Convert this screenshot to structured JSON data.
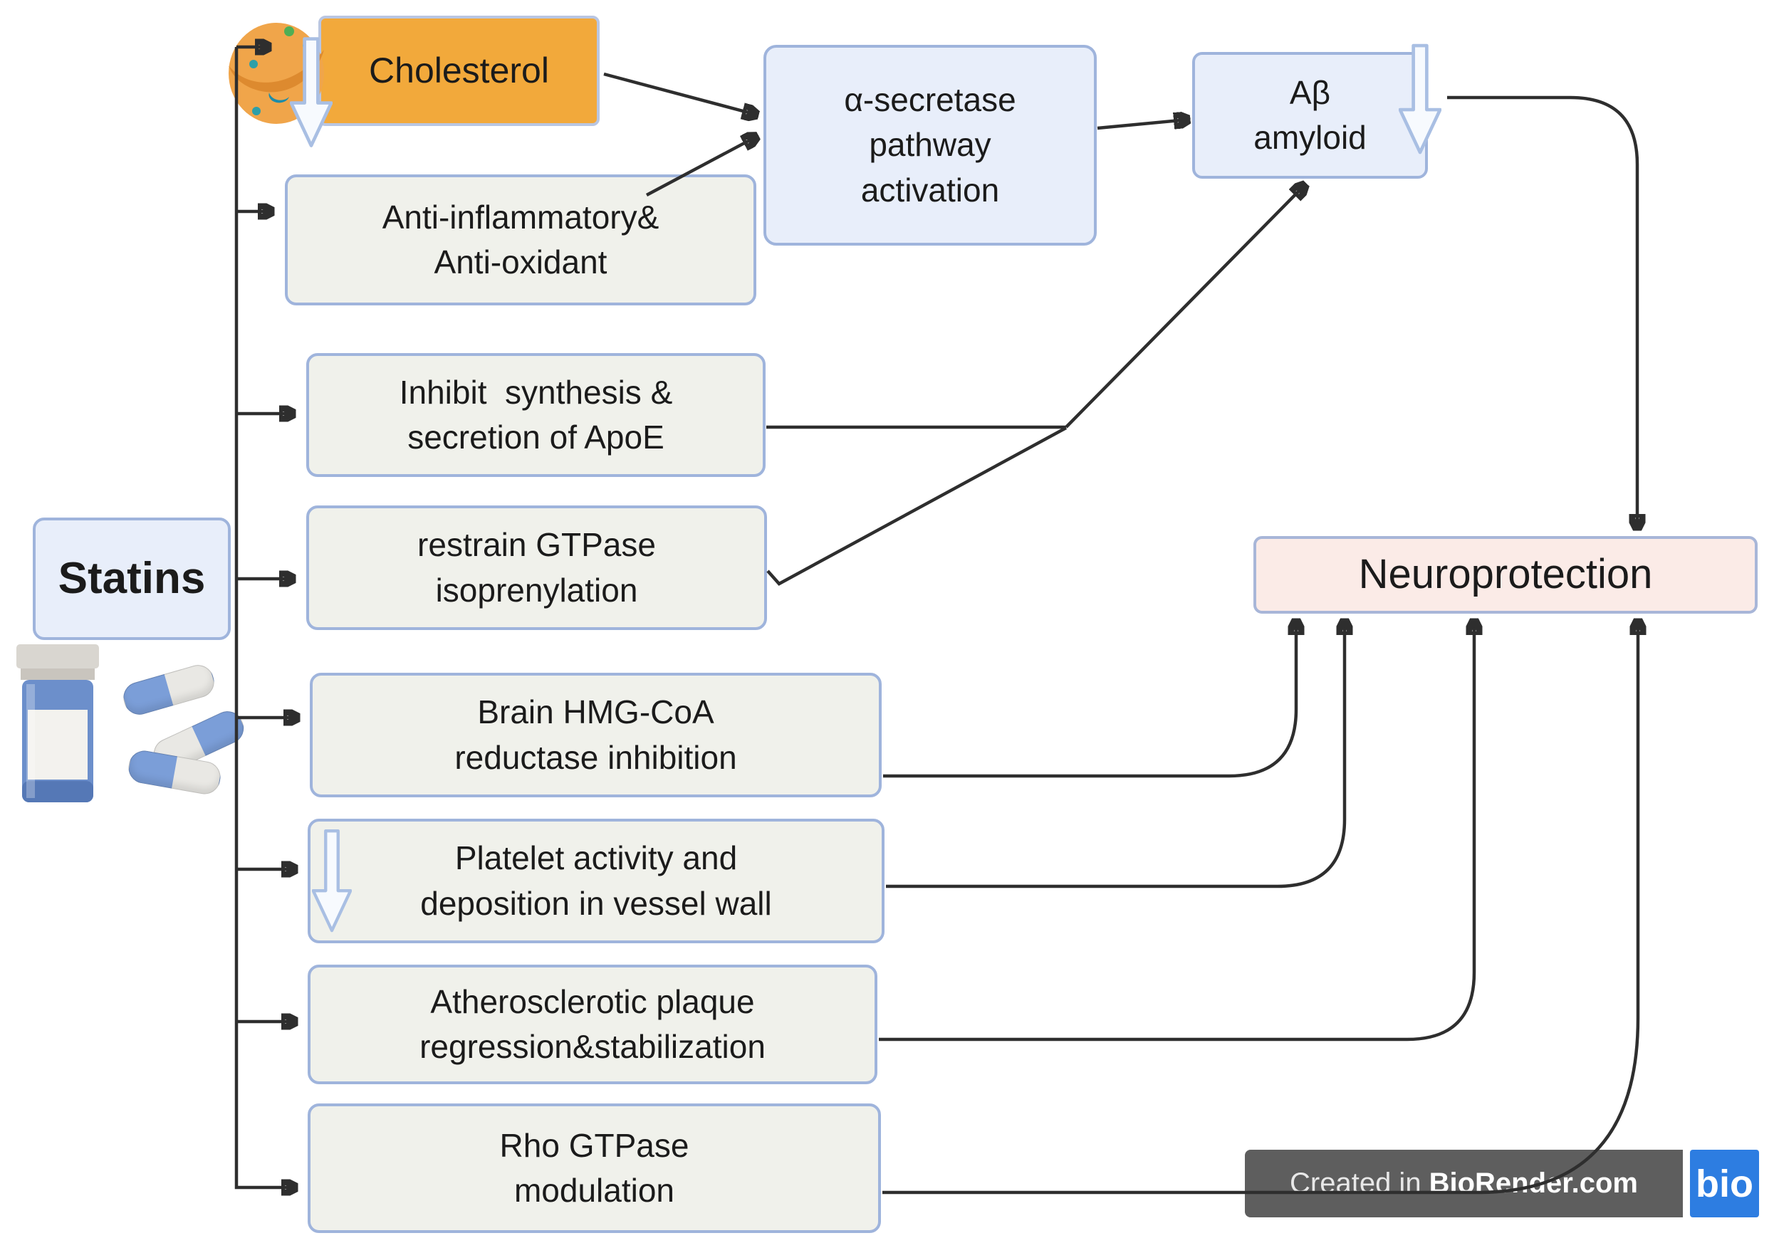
{
  "nodes": {
    "statins": "Statins",
    "cholesterol": "Cholesterol",
    "alpha_secretase": "α-secretase\npathway\nactivation",
    "abeta": "Aβ\namyloid",
    "neuroprotection": "Neuroprotection",
    "mechanisms": [
      "Anti-inflammatory&\nAnti-oxidant",
      "Inhibit  synthesis &\nsecretion of ApoE",
      "restrain GTPase\nisoprenylation",
      "Brain HMG-CoA\nreductase inhibition",
      "Platelet activity and\ndeposition in vessel wall",
      "Atherosclerotic plaque\nregression&stabilization",
      "Rho GTPase\nmodulation"
    ]
  },
  "footer": {
    "created_in": "Created in",
    "brand": "BioRender.com",
    "logo_text": "bio"
  },
  "icons": {
    "cell": "orange cell sphere with teal spots",
    "decrease_arrow": "blue outlined white downward arrow",
    "pill_bottle": "blue pill bottle with white label",
    "capsules": "blue and white capsules",
    "bio_logo": "BioRender bio square logo"
  },
  "colors": {
    "accent_orange": "#F2A93B",
    "box_blue_fill": "#E8EEFA",
    "box_blue_border": "#9FB4DC",
    "box_gray_fill": "#F0F1EB",
    "neuro_fill": "#FBEBE7",
    "line_color": "#2E2E2E",
    "arrow_icon_fill": "#F7FAFE",
    "arrow_icon_stroke": "#A9BFE3",
    "footer_bg": "#5E5E5E",
    "footer_blue": "#2D7DE1",
    "capsule_blue": "#7B9ED8",
    "capsule_white": "#E9E8E4",
    "bottle_blue": "#6C8FCB",
    "bottle_cap": "#D9D6D0",
    "cell_orange": "#F0A54A",
    "cell_swirl": "#DD8A2F"
  }
}
